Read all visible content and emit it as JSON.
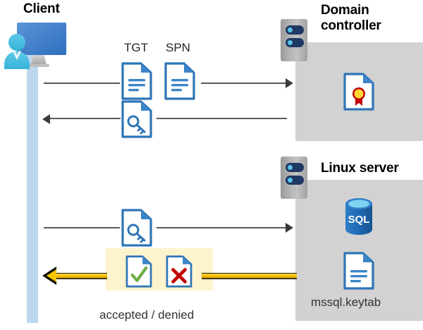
{
  "diagram": {
    "type": "sequence-diagram",
    "title": "Kerberos authentication flow between client, domain controller and Linux SQL server",
    "actors": [
      {
        "id": "client",
        "label": "Client",
        "icon": "client-workstation-icon"
      },
      {
        "id": "domain-controller",
        "label": "Domain controller",
        "label_line1": "Domain",
        "label_line2": "controller",
        "icon": "server-rack-icon"
      },
      {
        "id": "linux-server",
        "label": "Linux server",
        "icon": "server-rack-icon"
      }
    ],
    "labels": {
      "tgt": "TGT",
      "spn": "SPN",
      "accepted_denied": "accepted / denied",
      "keytab": "mssql.keytab"
    },
    "artifacts": [
      {
        "id": "tgt-doc",
        "icon": "document-icon",
        "label": "TGT"
      },
      {
        "id": "spn-doc",
        "icon": "document-icon",
        "label": "SPN"
      },
      {
        "id": "ticket-key-doc-1",
        "icon": "document-key-icon",
        "label": ""
      },
      {
        "id": "certificate-doc",
        "icon": "certificate-icon",
        "label": ""
      },
      {
        "id": "sql-database",
        "icon": "sql-database-icon",
        "label": "SQL"
      },
      {
        "id": "keytab-doc",
        "icon": "document-icon",
        "label": "mssql.keytab"
      },
      {
        "id": "ticket-key-doc-2",
        "icon": "document-key-icon",
        "label": ""
      },
      {
        "id": "accepted-doc",
        "icon": "document-check-icon",
        "label": "accepted"
      },
      {
        "id": "denied-doc",
        "icon": "document-x-icon",
        "label": "denied"
      }
    ],
    "flows": [
      {
        "id": "flow-1",
        "from": "client",
        "to": "domain-controller",
        "direction": "right",
        "style": "gray",
        "carries": [
          "TGT",
          "SPN"
        ]
      },
      {
        "id": "flow-2",
        "from": "domain-controller",
        "to": "client",
        "direction": "left",
        "style": "gray",
        "carries": [
          "service ticket"
        ]
      },
      {
        "id": "flow-3",
        "from": "client",
        "to": "linux-server",
        "direction": "right",
        "style": "gray",
        "carries": [
          "service ticket"
        ]
      },
      {
        "id": "flow-4",
        "from": "linux-server",
        "to": "client",
        "direction": "left",
        "style": "yellow",
        "carries": [
          "accepted / denied"
        ]
      }
    ],
    "colors": {
      "lifeline": "#bdd7ee",
      "panel": "#d2d2d2",
      "highlight": "#fdf3cd",
      "doc_border": "#2e75b6",
      "arrow_gray": "#595959",
      "arrow_yellow": "#f5c500",
      "check_green": "#70ad47",
      "x_red": "#c00000",
      "sql_blue": "#1f69b3",
      "seal_gold": "#ffd633",
      "seal_red": "#c00000"
    }
  }
}
